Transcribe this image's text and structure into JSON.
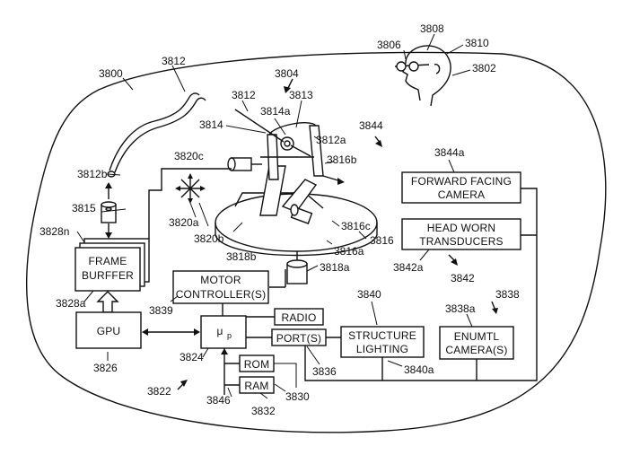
{
  "labels": {
    "l3800": "3800",
    "l3802": "3802",
    "l3804": "3804",
    "l3806": "3806",
    "l3808": "3808",
    "l3810": "3810",
    "l3812_top": "3812",
    "l3812_mid": "3812",
    "l3812a": "3812a",
    "l3812b": "3812b",
    "l3813": "3813",
    "l3814": "3814",
    "l3814a": "3814a",
    "l3815": "3815",
    "l3816": "3816",
    "l3816a": "3816a",
    "l3816b": "3816b",
    "l3816c": "3816c",
    "l3818a": "3818a",
    "l3818b": "3818b",
    "l3820a": "3820a",
    "l3820b": "3820b",
    "l3820c": "3820c",
    "l3822": "3822",
    "l3824": "3824",
    "l3826": "3826",
    "l3828a": "3828a",
    "l3828n": "3828n",
    "l3830": "3830",
    "l3832": "3832",
    "l3836": "3836",
    "l3838": "3838",
    "l3838a": "3838a",
    "l3839": "3839",
    "l3840": "3840",
    "l3840a": "3840a",
    "l3842": "3842",
    "l3842a": "3842a",
    "l3844": "3844",
    "l3844a": "3844a",
    "l3846": "3846"
  },
  "boxes": {
    "frame_buffer": [
      "FRAME",
      "BURFFER"
    ],
    "gpu": "GPU",
    "microprocessor": "μ",
    "microprocessor_sub": "p",
    "motor_controller": [
      "MOTOR",
      "CONTROLLER(S)"
    ],
    "radio": "RADIO",
    "ports": "PORT(S)",
    "rom": "ROM",
    "ram": "RAM",
    "structure_lighting": [
      "STRUCTURE",
      "LIGHTING"
    ],
    "enumtl_camera": [
      "ENUMTL",
      "CAMERA(S)"
    ],
    "forward_camera": [
      "FORWARD FACING",
      "CAMERA"
    ],
    "head_transducers": [
      "HEAD WORN",
      "TRANSDUCERS"
    ]
  }
}
